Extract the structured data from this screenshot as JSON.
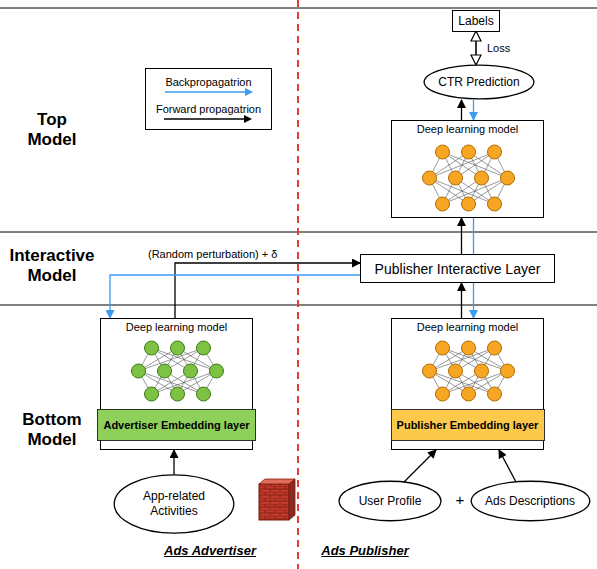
{
  "diagram": {
    "nodes": [
      {
        "text": [
          "Labels"
        ]
      },
      {
        "text": [
          "CTR Prediction"
        ]
      },
      {
        "text": [
          "Deep learning model"
        ]
      },
      {
        "text": [
          "Publisher Interactive Layer"
        ]
      },
      {
        "text": [
          "Deep learning model"
        ]
      },
      {
        "text": [
          "Advertiser Embedding layer"
        ],
        "in": 4
      },
      {
        "text": [
          "Deep learning model"
        ]
      },
      {
        "text": [
          "Publisher Embedding layer"
        ],
        "in": 6
      },
      {
        "text": [
          "App-related Activities"
        ]
      },
      {
        "text": [
          "User Profile"
        ]
      },
      {
        "text": [
          "Ads Descriptions"
        ]
      }
    ],
    "edges": [
      {
        "from": 0,
        "to": 1,
        "arrow": "both",
        "label": "Loss"
      },
      {
        "from": 2,
        "to": 1,
        "arrow": "to"
      },
      {
        "from": 1,
        "to": 2,
        "arrow": "to"
      },
      {
        "from": 3,
        "to": 2,
        "arrow": "to"
      },
      {
        "from": 2,
        "to": 3,
        "arrow": "to"
      },
      {
        "from": 6,
        "to": 3,
        "arrow": "to"
      },
      {
        "from": 3,
        "to": 6,
        "arrow": "to"
      },
      {
        "from": 4,
        "to": 3,
        "arrow": "to",
        "label": "(Random perturbation) + δ"
      },
      {
        "from": 3,
        "to": 4,
        "arrow": "to"
      },
      {
        "from": 8,
        "to": 4,
        "arrow": "to"
      },
      {
        "from": 9,
        "to": 6,
        "arrow": "to"
      },
      {
        "from": 10,
        "to": 6,
        "arrow": "to"
      }
    ],
    "labels": [
      "Top Model",
      "Interactive Model",
      "Bottom Model",
      "+",
      "Ads Advertiser",
      "Ads Publisher"
    ],
    "legend": [
      {
        "text": "Backpropagatrion"
      },
      {
        "text": "Forward propagatrion"
      }
    ]
  }
}
